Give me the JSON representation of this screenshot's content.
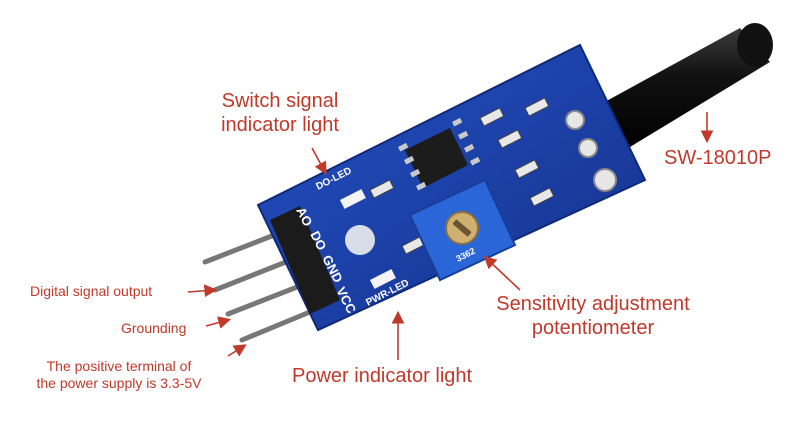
{
  "callouts": {
    "switch_signal": [
      "Switch signal",
      "indicator light"
    ],
    "sensor_model": "SW-18010P",
    "digital_output": "Digital signal output",
    "grounding": "Grounding",
    "power_supply": [
      "The positive terminal of",
      "the power supply is 3.3-5V"
    ],
    "sensitivity": [
      "Sensitivity adjustment",
      "potentiometer"
    ],
    "power_indicator": "Power indicator light"
  },
  "board_silkscreen": {
    "do_led": "DO-LED",
    "pwr_led": "PWR-LED",
    "pins": [
      "AO",
      "DO",
      "GND",
      "VCC"
    ],
    "pot_code": "3362"
  },
  "colors": {
    "annotation": "#c0392b",
    "pcb_blue": "#1a3fa8",
    "pot_blue": "#2a66d8"
  }
}
